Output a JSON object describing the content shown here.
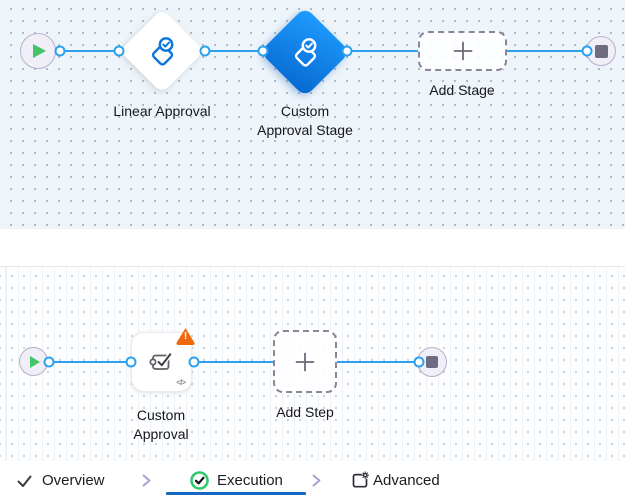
{
  "colors": {
    "canvas_top_bg": "#eef5fa",
    "connector": "#2ba1f0",
    "selected_node_start": "#1f9dff",
    "selected_node_end": "#0668d0",
    "node_icon_blue": "#0b76de",
    "tab_underline": "#1666c3",
    "success_green": "#31c96e",
    "warning_orange": "#f0690f",
    "start_green": "#45c368",
    "end_gray": "#6e6c80",
    "lavender_fill": "#f0eef6",
    "lavender_border": "#b7b0ca"
  },
  "top_canvas": {
    "stage1_label": "Linear Approval",
    "stage2_label": "Custom Approval Stage",
    "add_stage_label": "Add Stage"
  },
  "tabs": {
    "overview_label": "Overview",
    "execution_label": "Execution",
    "advanced_label": "Advanced"
  },
  "bottom_canvas": {
    "step_label": "Custom Approval",
    "add_step_label": "Add Step",
    "warning_mark": "!",
    "code_glyph": "</>"
  }
}
